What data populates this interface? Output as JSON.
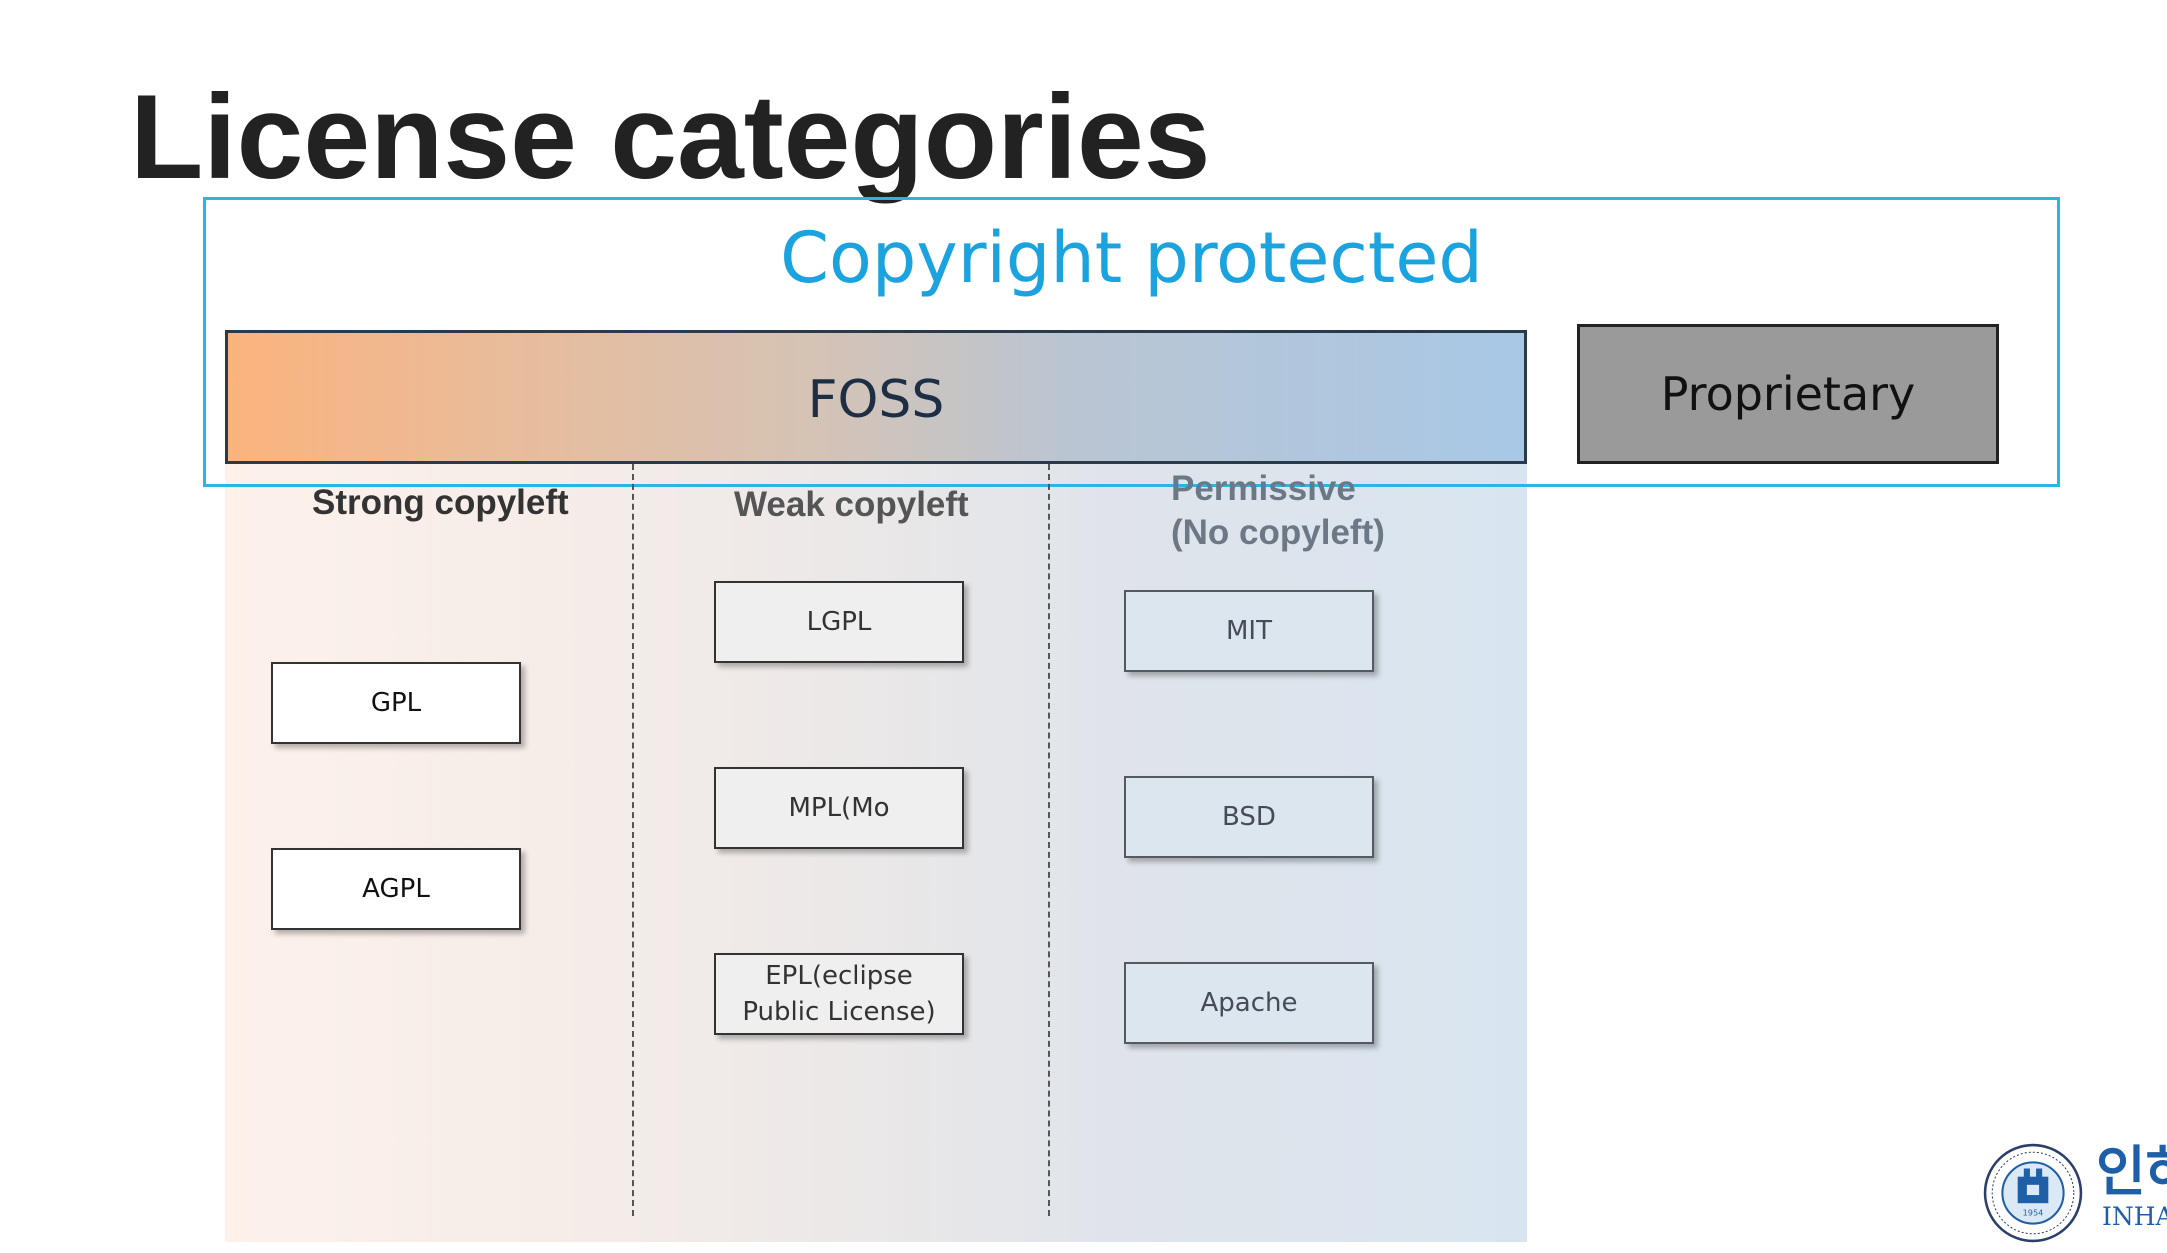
{
  "title": "License categories",
  "copyright_label": "Copyright protected",
  "foss_label": "FOSS",
  "proprietary_label": "Proprietary",
  "columns": {
    "strong": {
      "heading": "Strong copyleft",
      "licenses": [
        "GPL",
        "AGPL"
      ]
    },
    "weak": {
      "heading": "Weak copyleft",
      "licenses": [
        "LGPL",
        "MPL(Mo",
        "EPL(eclipse Public License)"
      ]
    },
    "permissive": {
      "heading_line1": "Permissive",
      "heading_line2": "(No copyleft)",
      "licenses": [
        "MIT",
        "BSD",
        "Apache"
      ]
    }
  },
  "logo": {
    "seal_year": "1954",
    "korean_text": "인하",
    "english_text": "INHA"
  },
  "colors": {
    "title": "#222222",
    "copyright_frame": "#29b6e6",
    "copyright_text": "#1aa3df",
    "foss_gradient_start": "#fbb37e",
    "foss_gradient_end": "#a8c8e6",
    "proprietary_fill": "#9a9a9a",
    "strong_heading": "#333333",
    "weak_heading": "#555555",
    "permissive_heading": "#6d7887",
    "logo_blue": "#1f5fa8"
  }
}
